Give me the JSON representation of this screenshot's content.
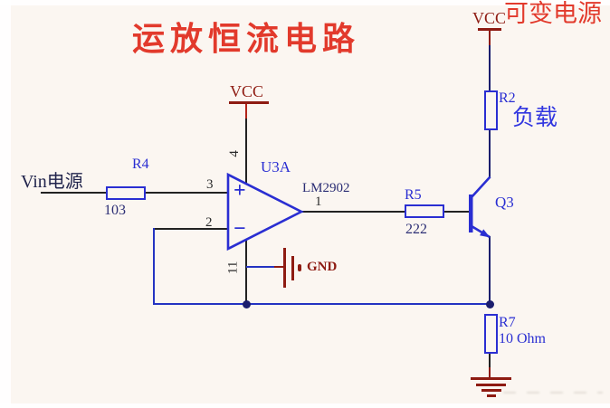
{
  "title": "运放恒流电路",
  "colors": {
    "title_red": "#e23a2c",
    "dark_red": "#8e1b12",
    "blue": "#2a2ed2",
    "blue_wire": "#2433c2",
    "navy_wire": "#1b1e6e",
    "background": "#fbf6f1"
  },
  "labels": {
    "input": "Vin电源",
    "vcc_main": "VCC",
    "vcc_main_note": "可变电源",
    "vcc_opamp": "VCC",
    "gnd": "GND",
    "load_note": "负载"
  },
  "opamp": {
    "designator": "U3A",
    "part": "LM2902",
    "plus": "+",
    "minus": "−",
    "pin_in_plus": "3",
    "pin_in_minus": "2",
    "pin_vcc": "4",
    "pin_gnd": "11",
    "pin_out": "1"
  },
  "components": {
    "r2": {
      "designator": "R2"
    },
    "r4": {
      "designator": "R4",
      "value": "103"
    },
    "r5": {
      "designator": "R5",
      "value": "222"
    },
    "r7": {
      "designator": "R7",
      "value": "10 Ohm"
    },
    "q3": {
      "designator": "Q3"
    }
  }
}
